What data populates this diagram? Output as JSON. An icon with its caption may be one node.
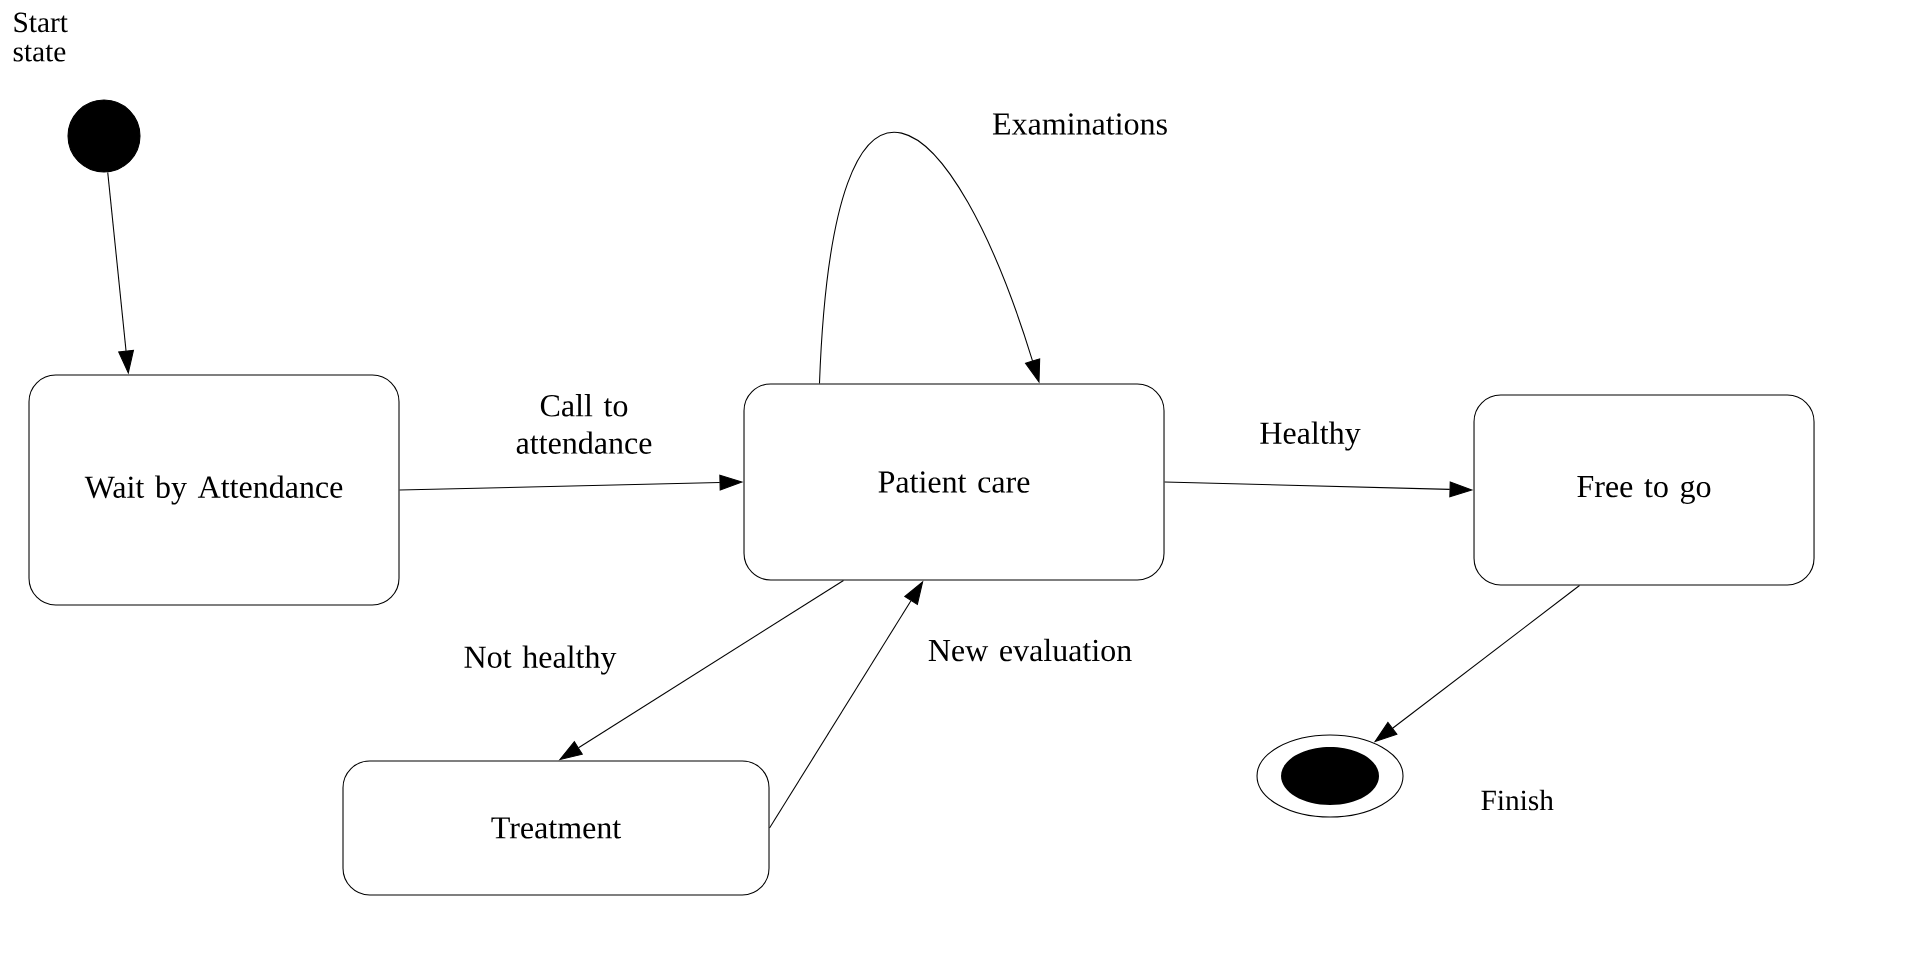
{
  "diagram": {
    "nodes": [
      {
        "text": [],
        "shape": "circle",
        "beside": [
          "Start state"
        ]
      },
      {
        "text": [
          "Wait by Attendance"
        ]
      },
      {
        "text": [
          "Patient care"
        ]
      },
      {
        "text": [
          "Free to go"
        ]
      },
      {
        "text": [
          "Treatment"
        ]
      },
      {
        "text": [],
        "shape": "circle",
        "beside": [
          "Finish"
        ]
      }
    ],
    "edges": [
      {
        "from": 0,
        "to": 1,
        "arrow": "to"
      },
      {
        "from": 1,
        "to": 2,
        "arrow": "to",
        "label": "Call to attendance"
      },
      {
        "from": 2,
        "to": 2,
        "arrow": "to",
        "label": "Examinations"
      },
      {
        "from": 2,
        "to": 3,
        "arrow": "to",
        "label": "Healthy"
      },
      {
        "from": 2,
        "to": 4,
        "arrow": "to",
        "label": "Not healthy"
      },
      {
        "from": 4,
        "to": 2,
        "arrow": "to",
        "label": "New evaluation"
      },
      {
        "from": 3,
        "to": 5,
        "arrow": "to"
      }
    ]
  }
}
